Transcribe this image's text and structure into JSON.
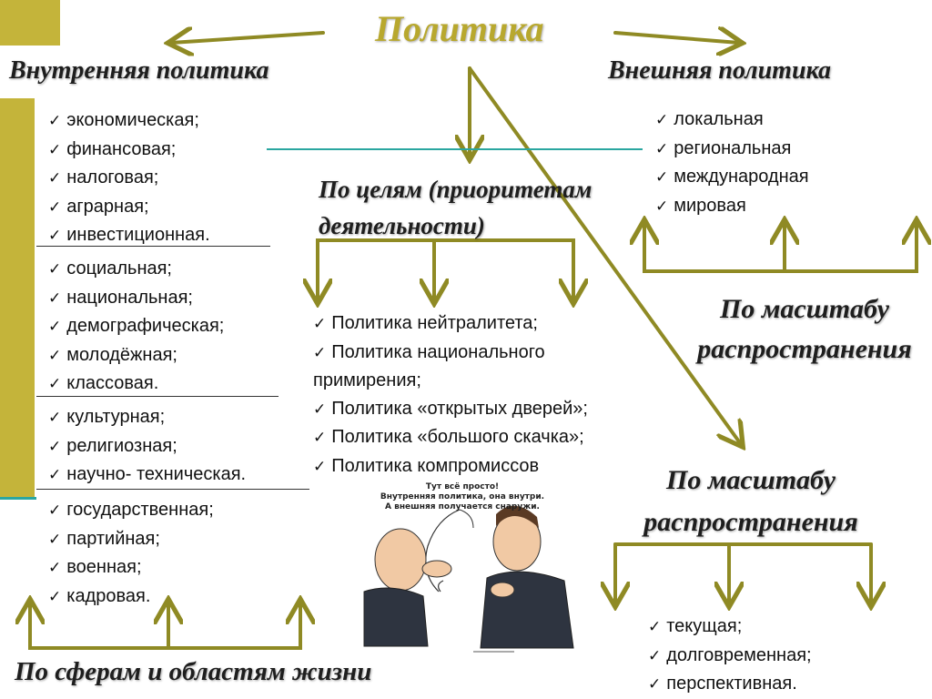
{
  "title": "Политика",
  "internal": {
    "heading": "Внутренняя политика",
    "group1": [
      "экономическая;",
      "финансовая;",
      "налоговая;",
      "аграрная;",
      "инвестиционная."
    ],
    "group2": [
      "социальная;",
      "национальная;",
      "демографическая;",
      "молодёжная;",
      "классовая."
    ],
    "group3": [
      "культурная;",
      "религиозная;",
      "научно- техническая."
    ],
    "group4": [
      "государственная;",
      "партийная;",
      "военная;",
      "кадровая."
    ]
  },
  "spheres_label": "По сферам и областям жизни",
  "external": {
    "heading": "Внешняя политика",
    "items": [
      "локальная",
      "региональная",
      "международная",
      "мировая"
    ],
    "scale_label": [
      "По масштабу",
      "распространения"
    ]
  },
  "goals": {
    "label": [
      "По целям (приоритетам",
      "деятельности)"
    ],
    "items": [
      "Политика нейтралитета;",
      "Политика национального примирения;",
      "Политика  «открытых дверей»;",
      "Политика «большого скачка»;",
      "Политика компромиссов"
    ]
  },
  "scale2": {
    "label": [
      "По масштабу",
      "распространения"
    ],
    "items": [
      "текущая;",
      "долговременная;",
      "перспективная."
    ]
  },
  "cartoon": {
    "caption": [
      "Тут всё просто!",
      "Внутренняя политика, она внутри.",
      "А внешняя получается снаружи."
    ]
  },
  "colors": {
    "arrow": "#8f8a24",
    "accent": "#c4b43a",
    "teal": "#2aa6a0"
  }
}
